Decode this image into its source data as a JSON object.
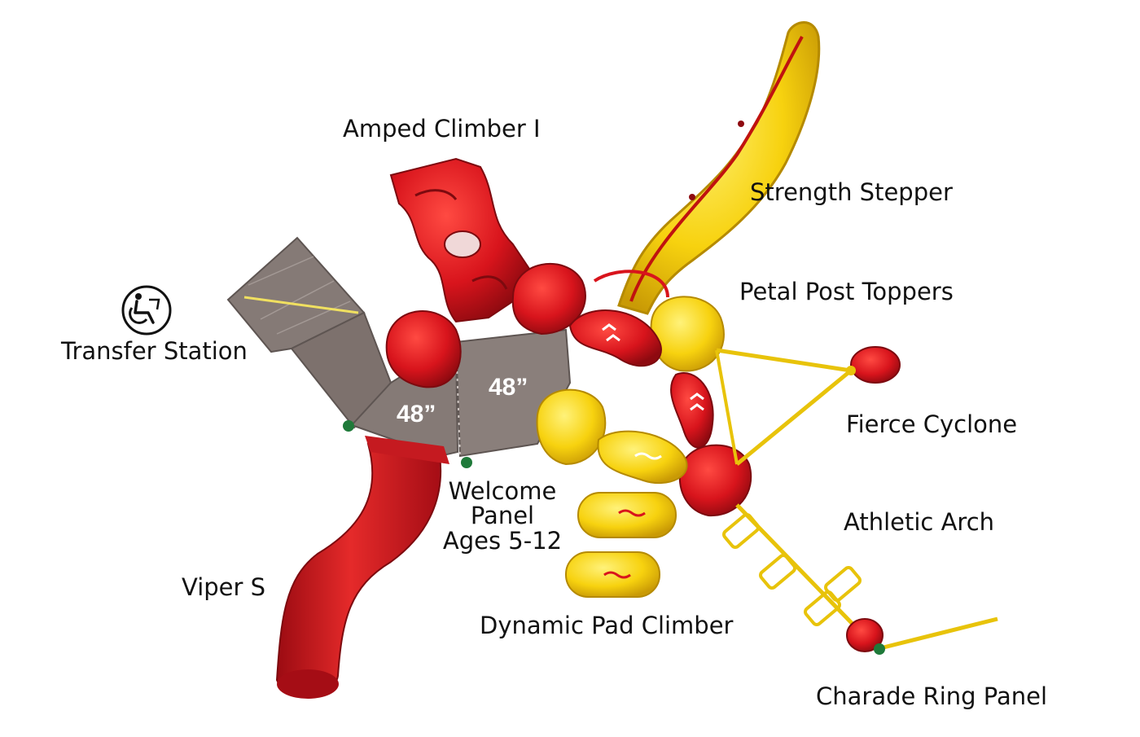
{
  "diagram": {
    "labels": {
      "amped_climber": "Amped Climber I",
      "strength_stepper": "Strength Stepper",
      "petal_post_toppers": "Petal Post Toppers",
      "transfer_station": "Transfer Station",
      "fierce_cyclone": "Fierce Cyclone",
      "welcome_panel_line1": "Welcome",
      "welcome_panel_line2": "Panel",
      "welcome_panel_line3": "Ages 5-12",
      "athletic_arch": "Athletic Arch",
      "viper_s": "Viper S",
      "dynamic_pad_climber": "Dynamic Pad Climber",
      "charade_ring_panel": "Charade Ring Panel"
    },
    "deck_heights": {
      "deck_a": "48”",
      "deck_b": "48”"
    },
    "icons": {
      "accessibility": "wheelchair-icon"
    },
    "colors": {
      "red": "#d8141c",
      "yellow": "#f7d20f",
      "deck": "#857a76",
      "post": "#1f7a3a"
    }
  }
}
